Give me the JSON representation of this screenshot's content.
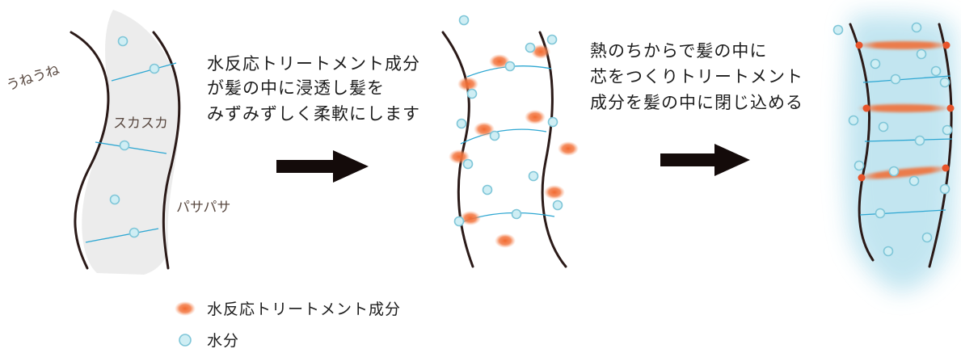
{
  "labels": {
    "wavy": "うねうね",
    "hollow": "スカスカ",
    "dry": "パサパサ"
  },
  "step1": {
    "lines": [
      "水反応トリートメント成分",
      "が髪の中に浸透し髪を",
      "みずみずしく柔軟にします"
    ]
  },
  "step2": {
    "lines": [
      "熱のちからで髪の中に",
      "芯をつくりトリートメント",
      "成分を髪の中に閉じ込める"
    ]
  },
  "legend": {
    "treatment": "水反応トリートメント成分",
    "water": "水分"
  },
  "colors": {
    "hair": "#2b1a18",
    "fiber": "#2ea7d2",
    "water_fill": "#cfeef4",
    "treatment": "#f26a30",
    "core_glow": "#bfe4f0",
    "arrow": "#140b0a"
  },
  "icons": [
    "arrow-right-icon",
    "water-dot-icon",
    "treatment-dot-icon"
  ]
}
